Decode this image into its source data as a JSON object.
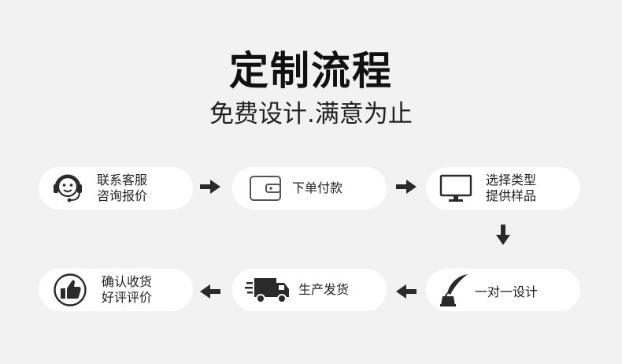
{
  "title": "定制流程",
  "subtitle": "免费设计.满意为止",
  "steps": [
    {
      "line1": "联系客服",
      "line2": "咨询报价",
      "icon": "headset-icon"
    },
    {
      "line1": "下单付款",
      "icon": "wallet-icon"
    },
    {
      "line1": "选择类型",
      "line2": "提供样品",
      "icon": "monitor-icon"
    },
    {
      "line1": "一对一设计",
      "icon": "quill-ink-icon"
    },
    {
      "line1": "生产发货",
      "icon": "delivery-truck-icon"
    },
    {
      "line1": "确认收货",
      "line2": "好评评价",
      "icon": "thumbs-up-icon"
    }
  ],
  "colors": {
    "background": "#f2f2f2",
    "pill": "#ffffff",
    "arrow": "#2a2a2a",
    "text": "#222222"
  }
}
